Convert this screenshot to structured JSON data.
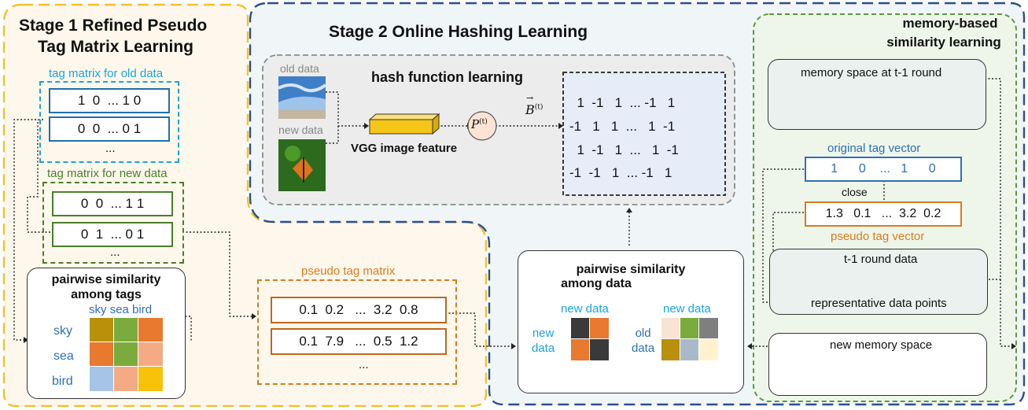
{
  "stage1": {
    "title_line1": "Stage 1 Refined Pseudo",
    "title_line2": "Tag Matrix Learning",
    "old_label": "tag matrix for old data",
    "old_rows": [
      "1  0  ... 1 0",
      "0  0  ... 0 1"
    ],
    "old_ellipsis": "...",
    "new_label": "tag matrix for new data",
    "new_rows": [
      "0  0  ... 1 1",
      "0  1  ... 0 1"
    ],
    "new_ellipsis": "...",
    "tags_box": {
      "title_line1": "pairwise similarity",
      "title_line2": "among tags",
      "header": "sky sea bird",
      "row_labels": [
        "sky",
        "sea",
        "bird"
      ],
      "colors": [
        [
          "#b8900a",
          "#7aab3c",
          "#e8792f"
        ],
        [
          "#e8792f",
          "#7aab3c",
          "#f4ab85"
        ],
        [
          "#a6c5e6",
          "#f4ab85",
          "#f8c10a"
        ]
      ]
    },
    "pseudo_label": "pseudo tag matrix",
    "pseudo_rows": [
      "0.1  0.2   ...  3.2  0.8",
      "0.1  7.9   ...  0.5  1.2"
    ],
    "pseudo_ellipsis": "..."
  },
  "stage2": {
    "title": "Stage 2  Online Hashing Learning",
    "hash_title": "hash function learning",
    "old_data_label": "old data",
    "new_data_label": "new data",
    "vgg_label": "VGG image feature",
    "p_label": "P",
    "p_sup": "(t)",
    "b_label": "B",
    "b_sup": "(t)",
    "b_rows": [
      "  1  -1   1  ... -1   1",
      "-1   1   1  ...   1  -1",
      "  1  -1   1  ...   1  -1",
      "-1  -1   1  ... -1   1"
    ],
    "data_box": {
      "title_line1": "pairwise similarity",
      "title_line2": "among data",
      "new_data_header_1": "new data",
      "new_data_side_1": "new\ndata",
      "new_data_header_2": "new data",
      "old_data_side": "old\ndata",
      "colors1": [
        [
          "#3a3a3a",
          "#e8792f"
        ],
        [
          "#e8792f",
          "#3a3a3a"
        ]
      ],
      "colors2": [
        [
          "#fbe3d3",
          "#7aab3c",
          "#7f7f7f"
        ],
        [
          "#b8900a",
          "#a9b9c9",
          "#fff2cc"
        ]
      ]
    }
  },
  "memory": {
    "title_line1": "memory-based",
    "title_line2": "similarity learning",
    "space_label": "memory space at t-1 round",
    "original_label": "original tag vector",
    "original_row": "1      0    ...   1      0",
    "close_label": "close",
    "pseudo_row": "1.3   0.1   ...  3.2  0.2",
    "pseudo_label": "pseudo tag vector",
    "t1_label": "t-1 round data",
    "rep_label": "representative data points",
    "new_space_label": "new memory space"
  }
}
